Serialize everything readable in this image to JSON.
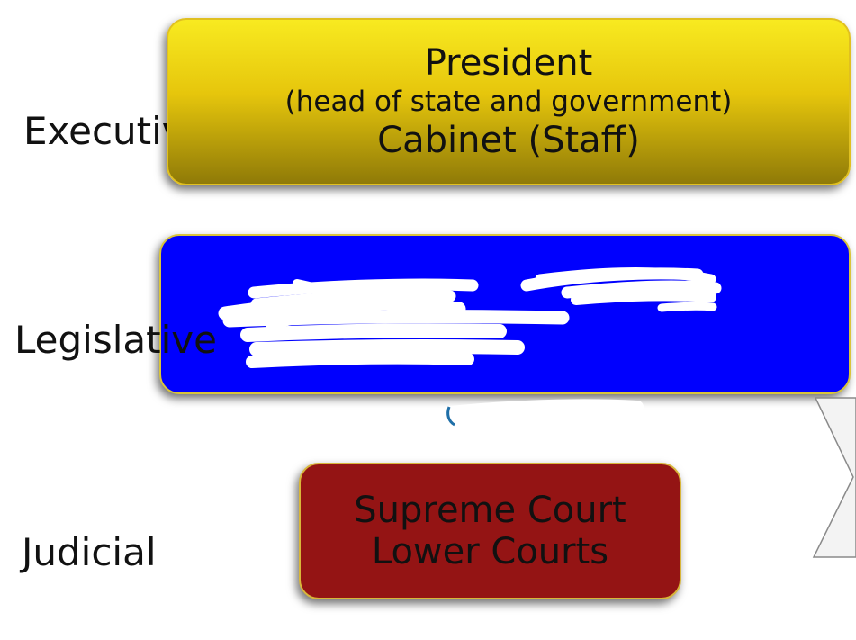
{
  "branches": [
    {
      "label": "Executive"
    },
    {
      "label": "Legislative"
    },
    {
      "label": "Judicial"
    }
  ],
  "executive": {
    "line1": "President",
    "line2": "(head of state and government)",
    "line3": "Cabinet (Staff)"
  },
  "judicial": {
    "line1": "Supreme Court",
    "line2": "Lower Courts"
  },
  "colors": {
    "executive_box": "#e6c60c",
    "legislative_box": "#0000fe",
    "judicial_box": "#941414",
    "redaction": "#ffffff"
  }
}
